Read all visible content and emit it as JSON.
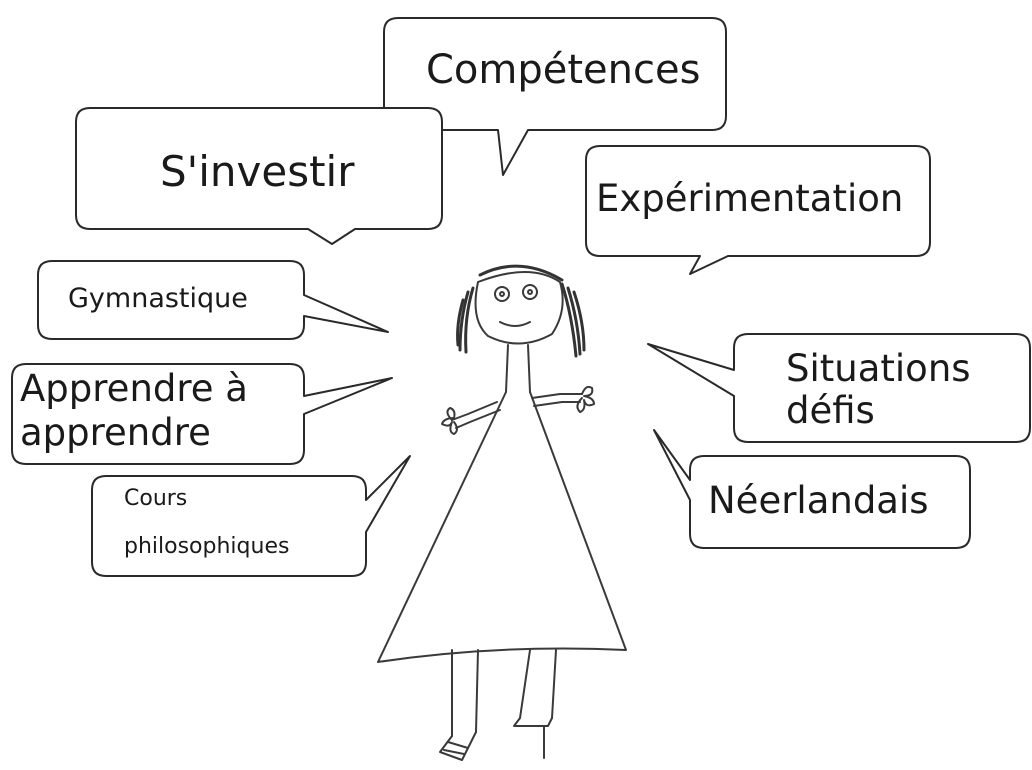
{
  "bubbles": {
    "competences": "Compétences",
    "sinvestir": "S'investir",
    "experimentation": "Expérimentation",
    "gymnastique": "Gymnastique",
    "apprendre_line1": "Apprendre à",
    "apprendre_line2": "apprendre",
    "cours_line1": "Cours",
    "cours_line2": "philosophiques",
    "situations_line1": "Situations",
    "situations_line2": "défis",
    "neerlandais": "Néerlandais"
  },
  "colors": {
    "ink": "#1a1a1a",
    "outline": "#2a2a2a",
    "background": "#ffffff"
  }
}
